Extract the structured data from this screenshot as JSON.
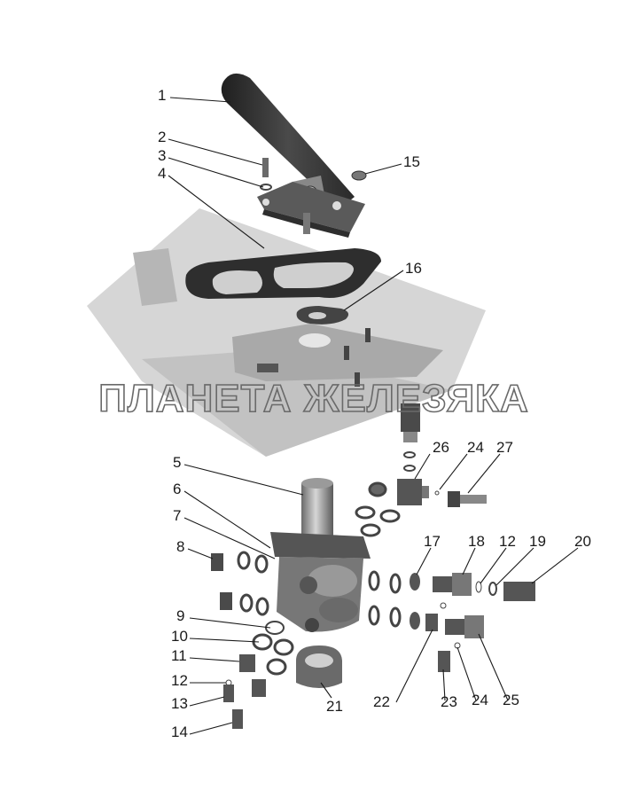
{
  "watermark": "ПЛАНЕТА ЖЕЛЕЗЯКА",
  "callouts": [
    "1",
    "2",
    "3",
    "4",
    "5",
    "6",
    "7",
    "8",
    "9",
    "10",
    "11",
    "12",
    "13",
    "14",
    "15",
    "16",
    "17",
    "18",
    "12",
    "19",
    "20",
    "21",
    "22",
    "23",
    "24",
    "24",
    "25",
    "26",
    "27"
  ],
  "colors": {
    "background": "#ffffff",
    "panel": "#c8c8c8",
    "part_dark": "#3a3a3a",
    "part_mid": "#8a8a8a",
    "ring": "#555555"
  }
}
